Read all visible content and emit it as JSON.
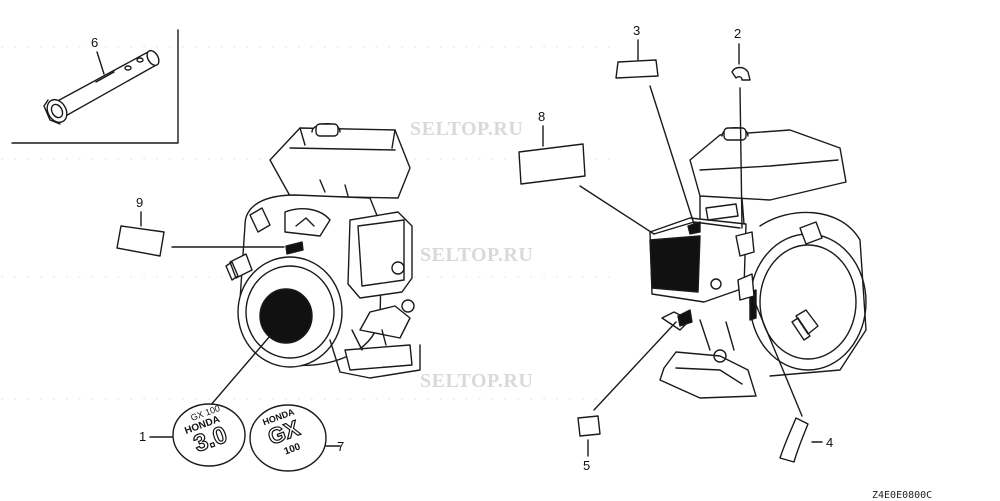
{
  "diagram": {
    "callouts": [
      {
        "id": "c1",
        "label": "1"
      },
      {
        "id": "c2",
        "label": "2"
      },
      {
        "id": "c3",
        "label": "3"
      },
      {
        "id": "c4",
        "label": "4"
      },
      {
        "id": "c5",
        "label": "5"
      },
      {
        "id": "c6",
        "label": "6"
      },
      {
        "id": "c7",
        "label": "7"
      },
      {
        "id": "c8",
        "label": "8"
      },
      {
        "id": "c9",
        "label": "9"
      }
    ],
    "watermarks": [
      "SELTOP.RU",
      "SELTOP.RU",
      "SELTOP.RU"
    ],
    "emblem_left": {
      "line1": "GX 100",
      "line2": "HONDA",
      "line3": "3.0"
    },
    "emblem_right": {
      "line1": "HONDA",
      "line2": "GX",
      "line3": "100"
    },
    "drawing_code": "Z4E0E0800C"
  }
}
